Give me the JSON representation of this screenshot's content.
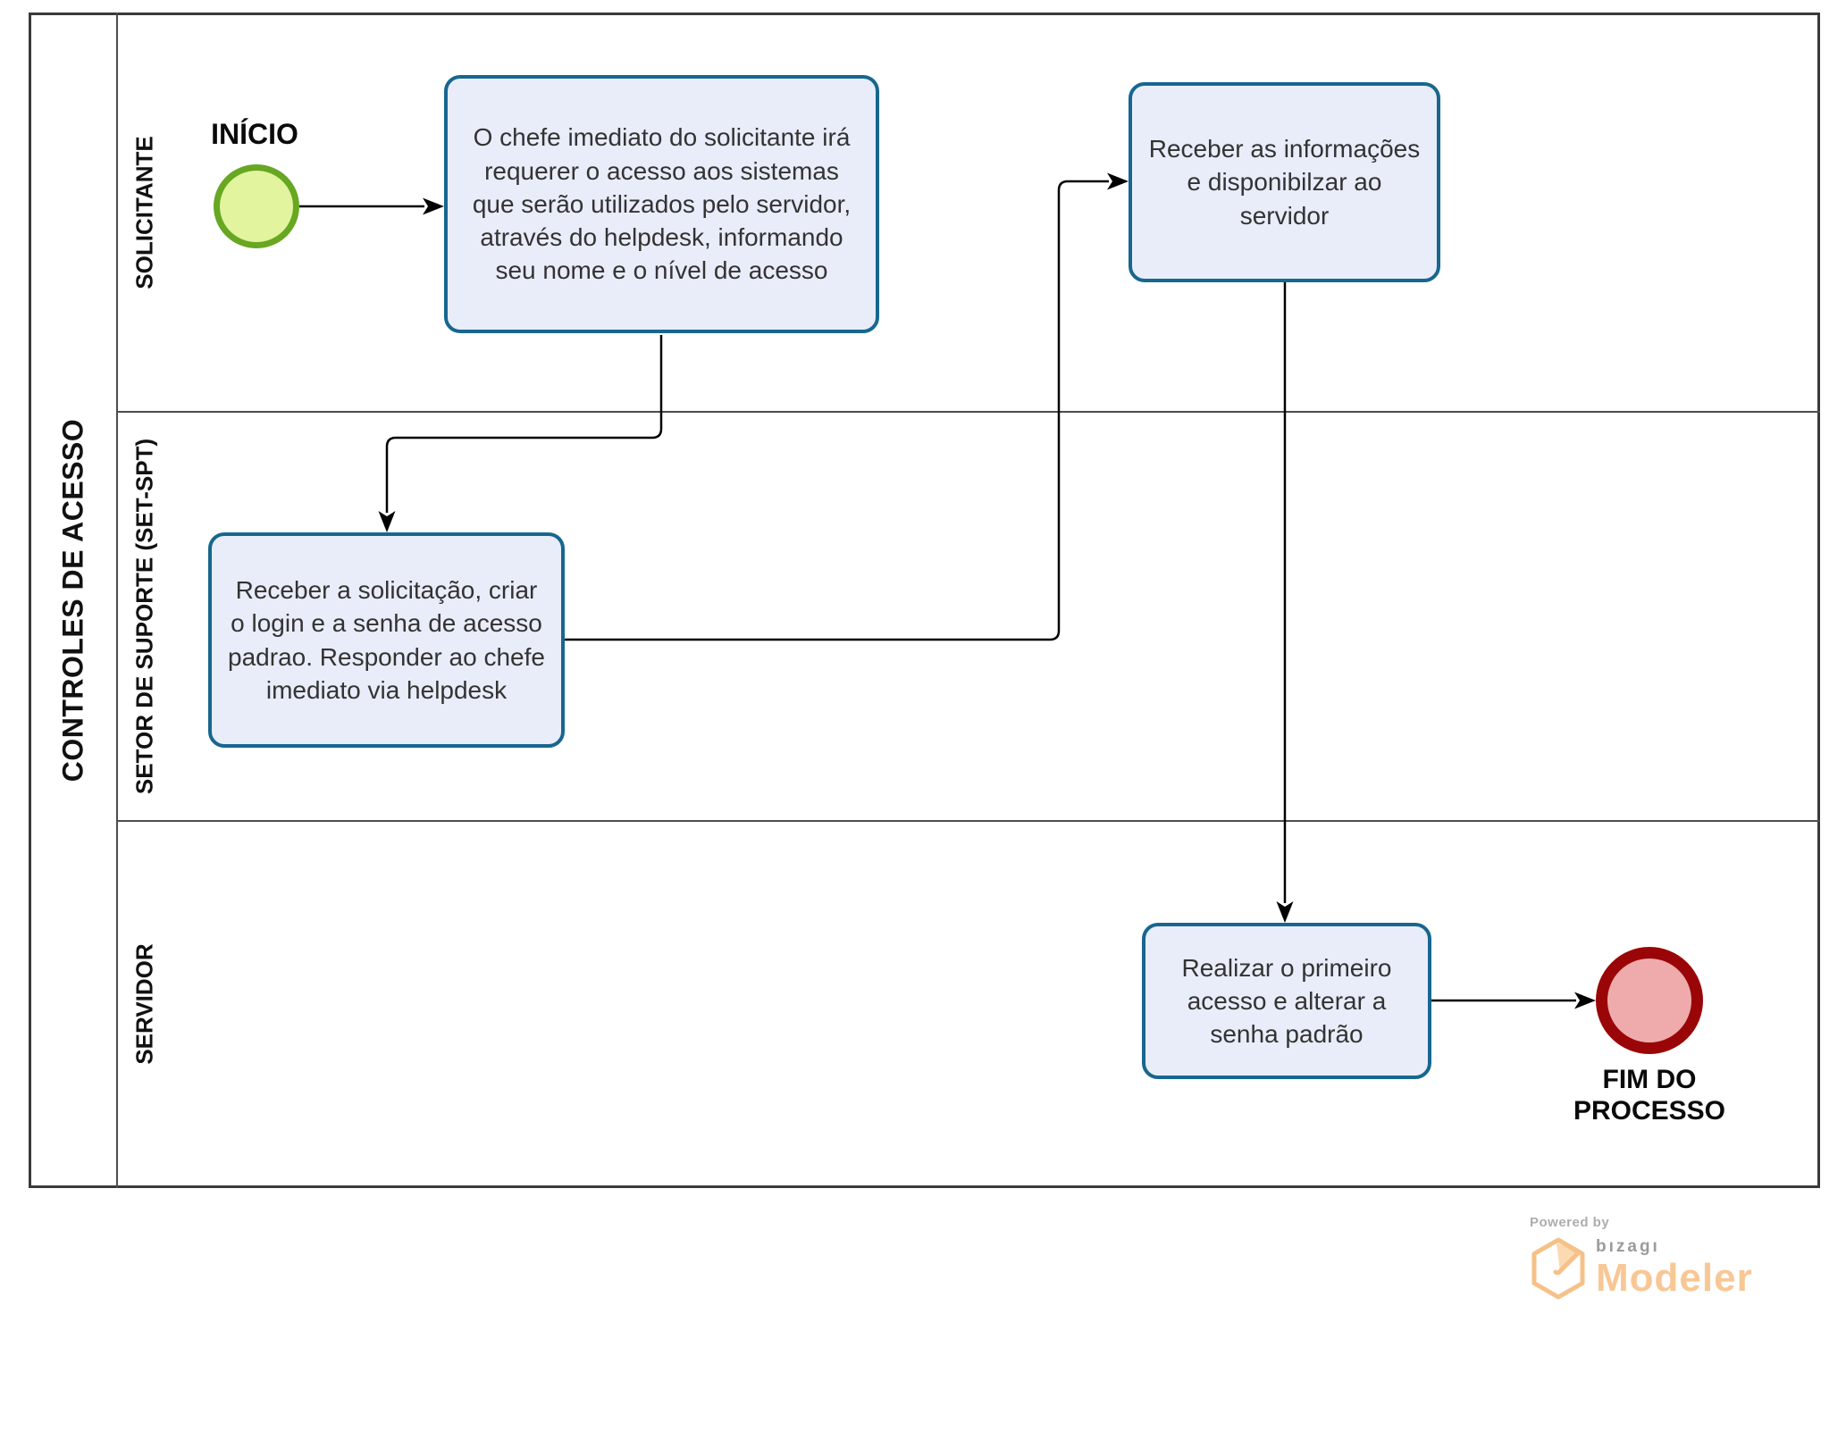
{
  "pool": {
    "title": "CONTROLES DE ACESSO"
  },
  "lanes": [
    {
      "label": "SOLICITANTE"
    },
    {
      "label": "SETOR DE SUPORTE (SET-SPT)"
    },
    {
      "label": "SERVIDOR"
    }
  ],
  "events": {
    "start": {
      "label": "INÍCIO"
    },
    "end": {
      "label": "FIM DO PROCESSO"
    }
  },
  "tasks": [
    {
      "text": "O chefe imediato do solicitante irá requerer o acesso aos sistemas que serão utilizados pelo servidor, através do helpdesk, informando seu nome e o nível de acesso"
    },
    {
      "text": "Receber a solicitação, criar o login e a senha de acesso padrao. Responder ao chefe imediato via helpdesk"
    },
    {
      "text": "Receber as informações e disponibilzar ao servidor"
    },
    {
      "text": "Realizar o primeiro acesso e alterar a senha padrão"
    }
  ],
  "footer": {
    "powered_by": "Powered by",
    "brand": "bızagı",
    "product": "Modeler"
  },
  "colors": {
    "task-fill": "#e9edfa",
    "task-border": "#17678f",
    "start-fill": "#e2f49e",
    "start-border": "#67a722",
    "end-fill": "#efabab",
    "end-border": "#9a0607",
    "pool-border": "#3a3a3a",
    "lane-line": "#4d4d4d",
    "flow": "#000000",
    "brand": "#f8c795"
  }
}
